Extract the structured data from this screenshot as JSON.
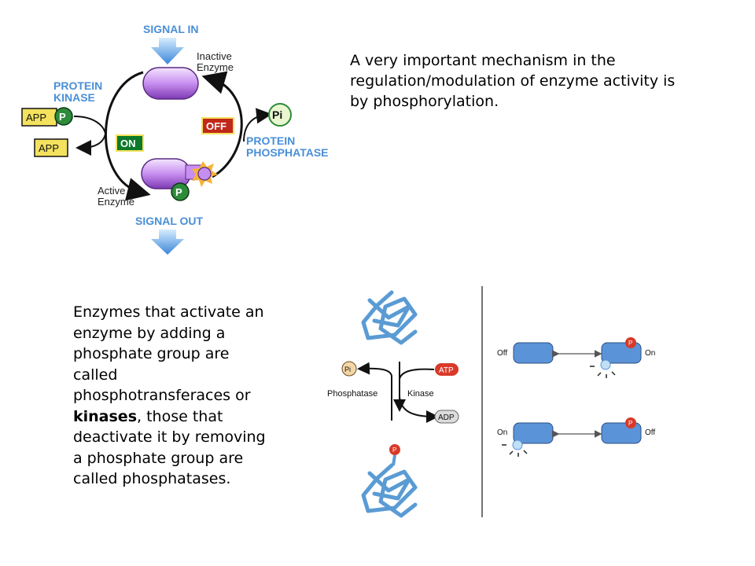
{
  "cycle_diagram": {
    "signal_in": "SIGNAL IN",
    "signal_out": "SIGNAL OUT",
    "inactive_enzyme": [
      "Inactive",
      "Enzyme"
    ],
    "active_enzyme": [
      "Active",
      "Enzyme"
    ],
    "protein_kinase": [
      "PROTEIN",
      "KINASE"
    ],
    "protein_phosphatase": [
      "PROTEIN",
      "PHOSPHATASE"
    ],
    "app": "APP",
    "p": "P",
    "pi": "Pi",
    "on": "ON",
    "off": "OFF",
    "colors": {
      "signal_blue": "#3a86d8",
      "enzyme_purple": "#a45fd6",
      "on_green": "#0c7a2a",
      "off_red": "#c0281a",
      "app_yellow": "#f4e25e",
      "p_green": "#2e8b3a"
    }
  },
  "intro_text": "A very important mechanism in the regulation/modulation of enzyme activity  is by phosphorylation.",
  "body_text": {
    "before": "Enzymes that activate an enzyme by adding a phosphate group are called phosphotransferaces or ",
    "bold": "kinases",
    "after": ", those that deactivate it by removing a phosphate group are called phosphatases."
  },
  "lower_figure": {
    "pi": "Pi",
    "phosphatase": "Phosphatase",
    "kinase": "Kinase",
    "atp": "ATP",
    "adp": "ADP",
    "p": "P",
    "off": "Off",
    "on": "On"
  }
}
